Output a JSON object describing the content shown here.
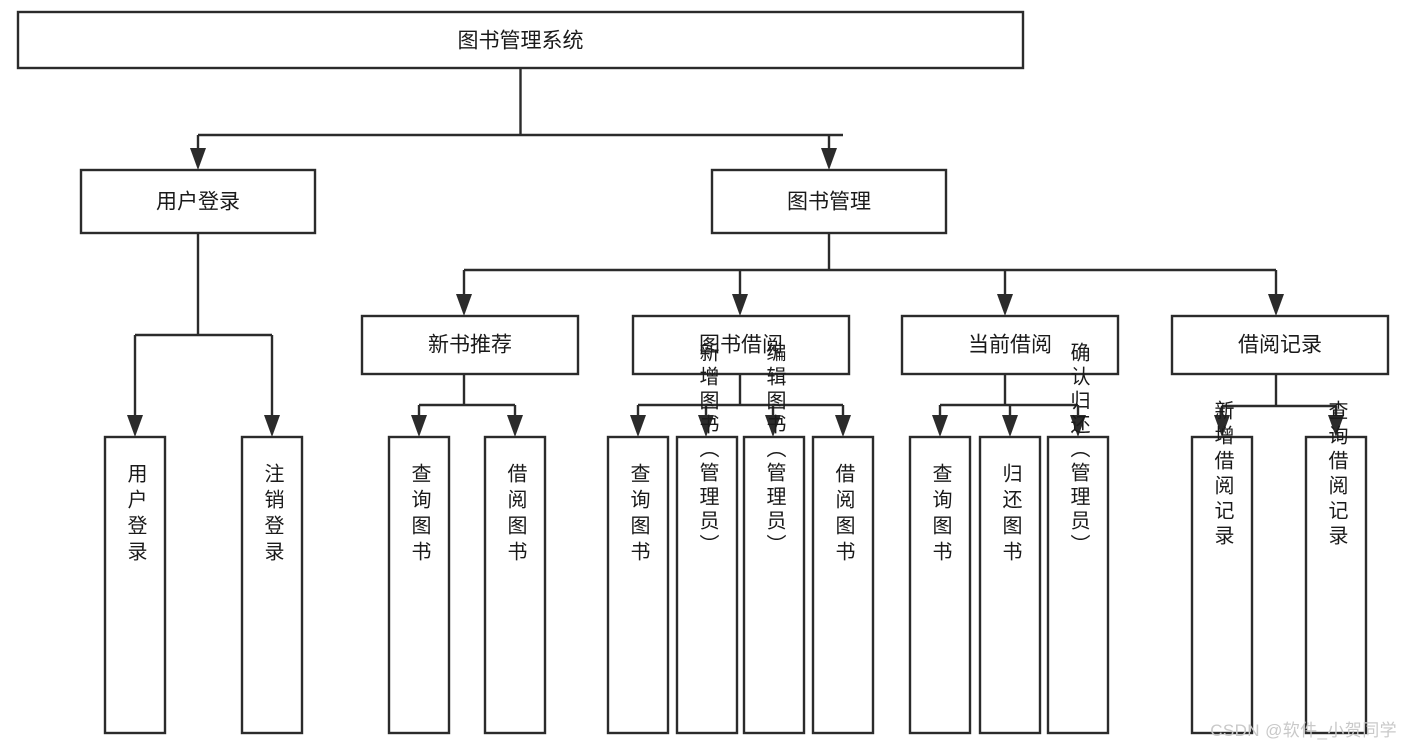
{
  "diagram": {
    "type": "tree-hierarchy",
    "title": "图书管理系统",
    "orientation": "top-down",
    "colors": {
      "box_stroke": "#2b2b2b",
      "box_fill": "#ffffff",
      "connector": "#2b2b2b",
      "text": "#1a1a1a",
      "background": "#ffffff",
      "watermark": "#c9c9c9"
    },
    "root": {
      "label": "图书管理系统"
    },
    "level1": [
      {
        "label": "用户登录"
      },
      {
        "label": "图书管理"
      }
    ],
    "level2": [
      {
        "label": "新书推荐"
      },
      {
        "label": "图书借阅"
      },
      {
        "label": "当前借阅"
      },
      {
        "label": "借阅记录"
      }
    ],
    "leaves": {
      "user_login": [
        {
          "label": "用户登录"
        },
        {
          "label": "注销登录"
        }
      ],
      "new_book_recommend": [
        {
          "label": "查询图书"
        },
        {
          "label": "借阅图书"
        }
      ],
      "book_borrow": [
        {
          "label": "查询图书"
        },
        {
          "label": "新增图书（管理员）"
        },
        {
          "label": "编辑图书（管理员）"
        },
        {
          "label": "借阅图书"
        }
      ],
      "current_borrow": [
        {
          "label": "查询图书"
        },
        {
          "label": "归还图书"
        },
        {
          "label": "确认归还（管理员）"
        }
      ],
      "borrow_record": [
        {
          "label": "新增借阅记录"
        },
        {
          "label": "查询借阅记录"
        }
      ]
    }
  },
  "watermark": {
    "text": "CSDN @软件_小贺同学"
  }
}
